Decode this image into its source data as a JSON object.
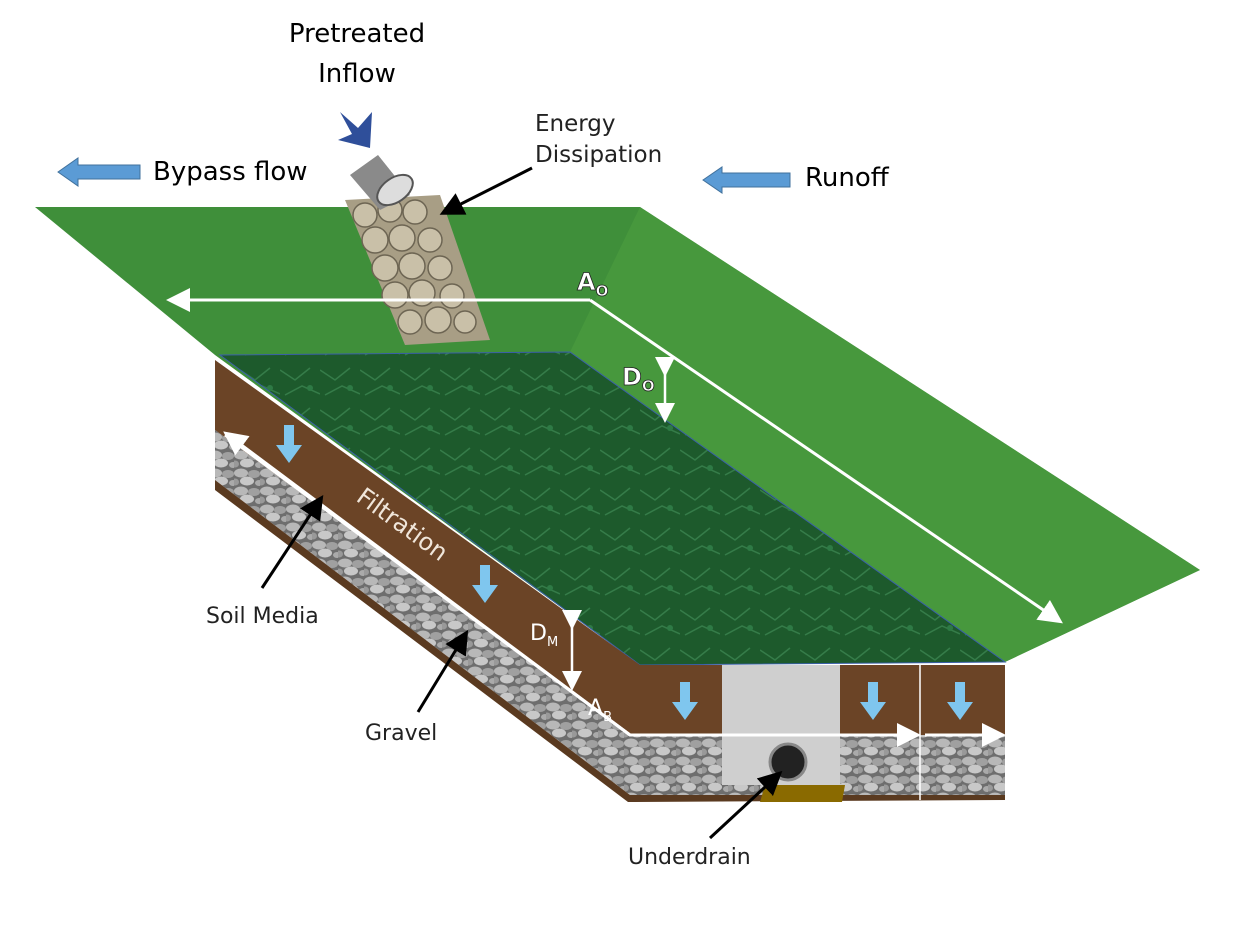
{
  "labels": {
    "pretreated_inflow_line1": "Pretreated",
    "pretreated_inflow_line2": "Inflow",
    "energy_line1": "Energy",
    "energy_line2": "Dissipation",
    "bypass_flow": "Bypass flow",
    "runoff": "Runoff",
    "a_o": "A",
    "a_o_sub": "O",
    "d_o": "D",
    "d_o_sub": "O",
    "filtration": "Filtration",
    "soil_media": "Soil Media",
    "d_m": "D",
    "d_m_sub": "M",
    "a_b": "A",
    "a_b_sub": "B",
    "gravel": "Gravel",
    "underdrain": "Underdrain"
  },
  "colors": {
    "grass": "#3f8f3a",
    "basin": "#1f5a2e",
    "soil": "#6b4426",
    "gravel": "#9a9a9a",
    "flow_arrow": "#5b9bd5",
    "water_arrow": "#7fc6ee"
  }
}
